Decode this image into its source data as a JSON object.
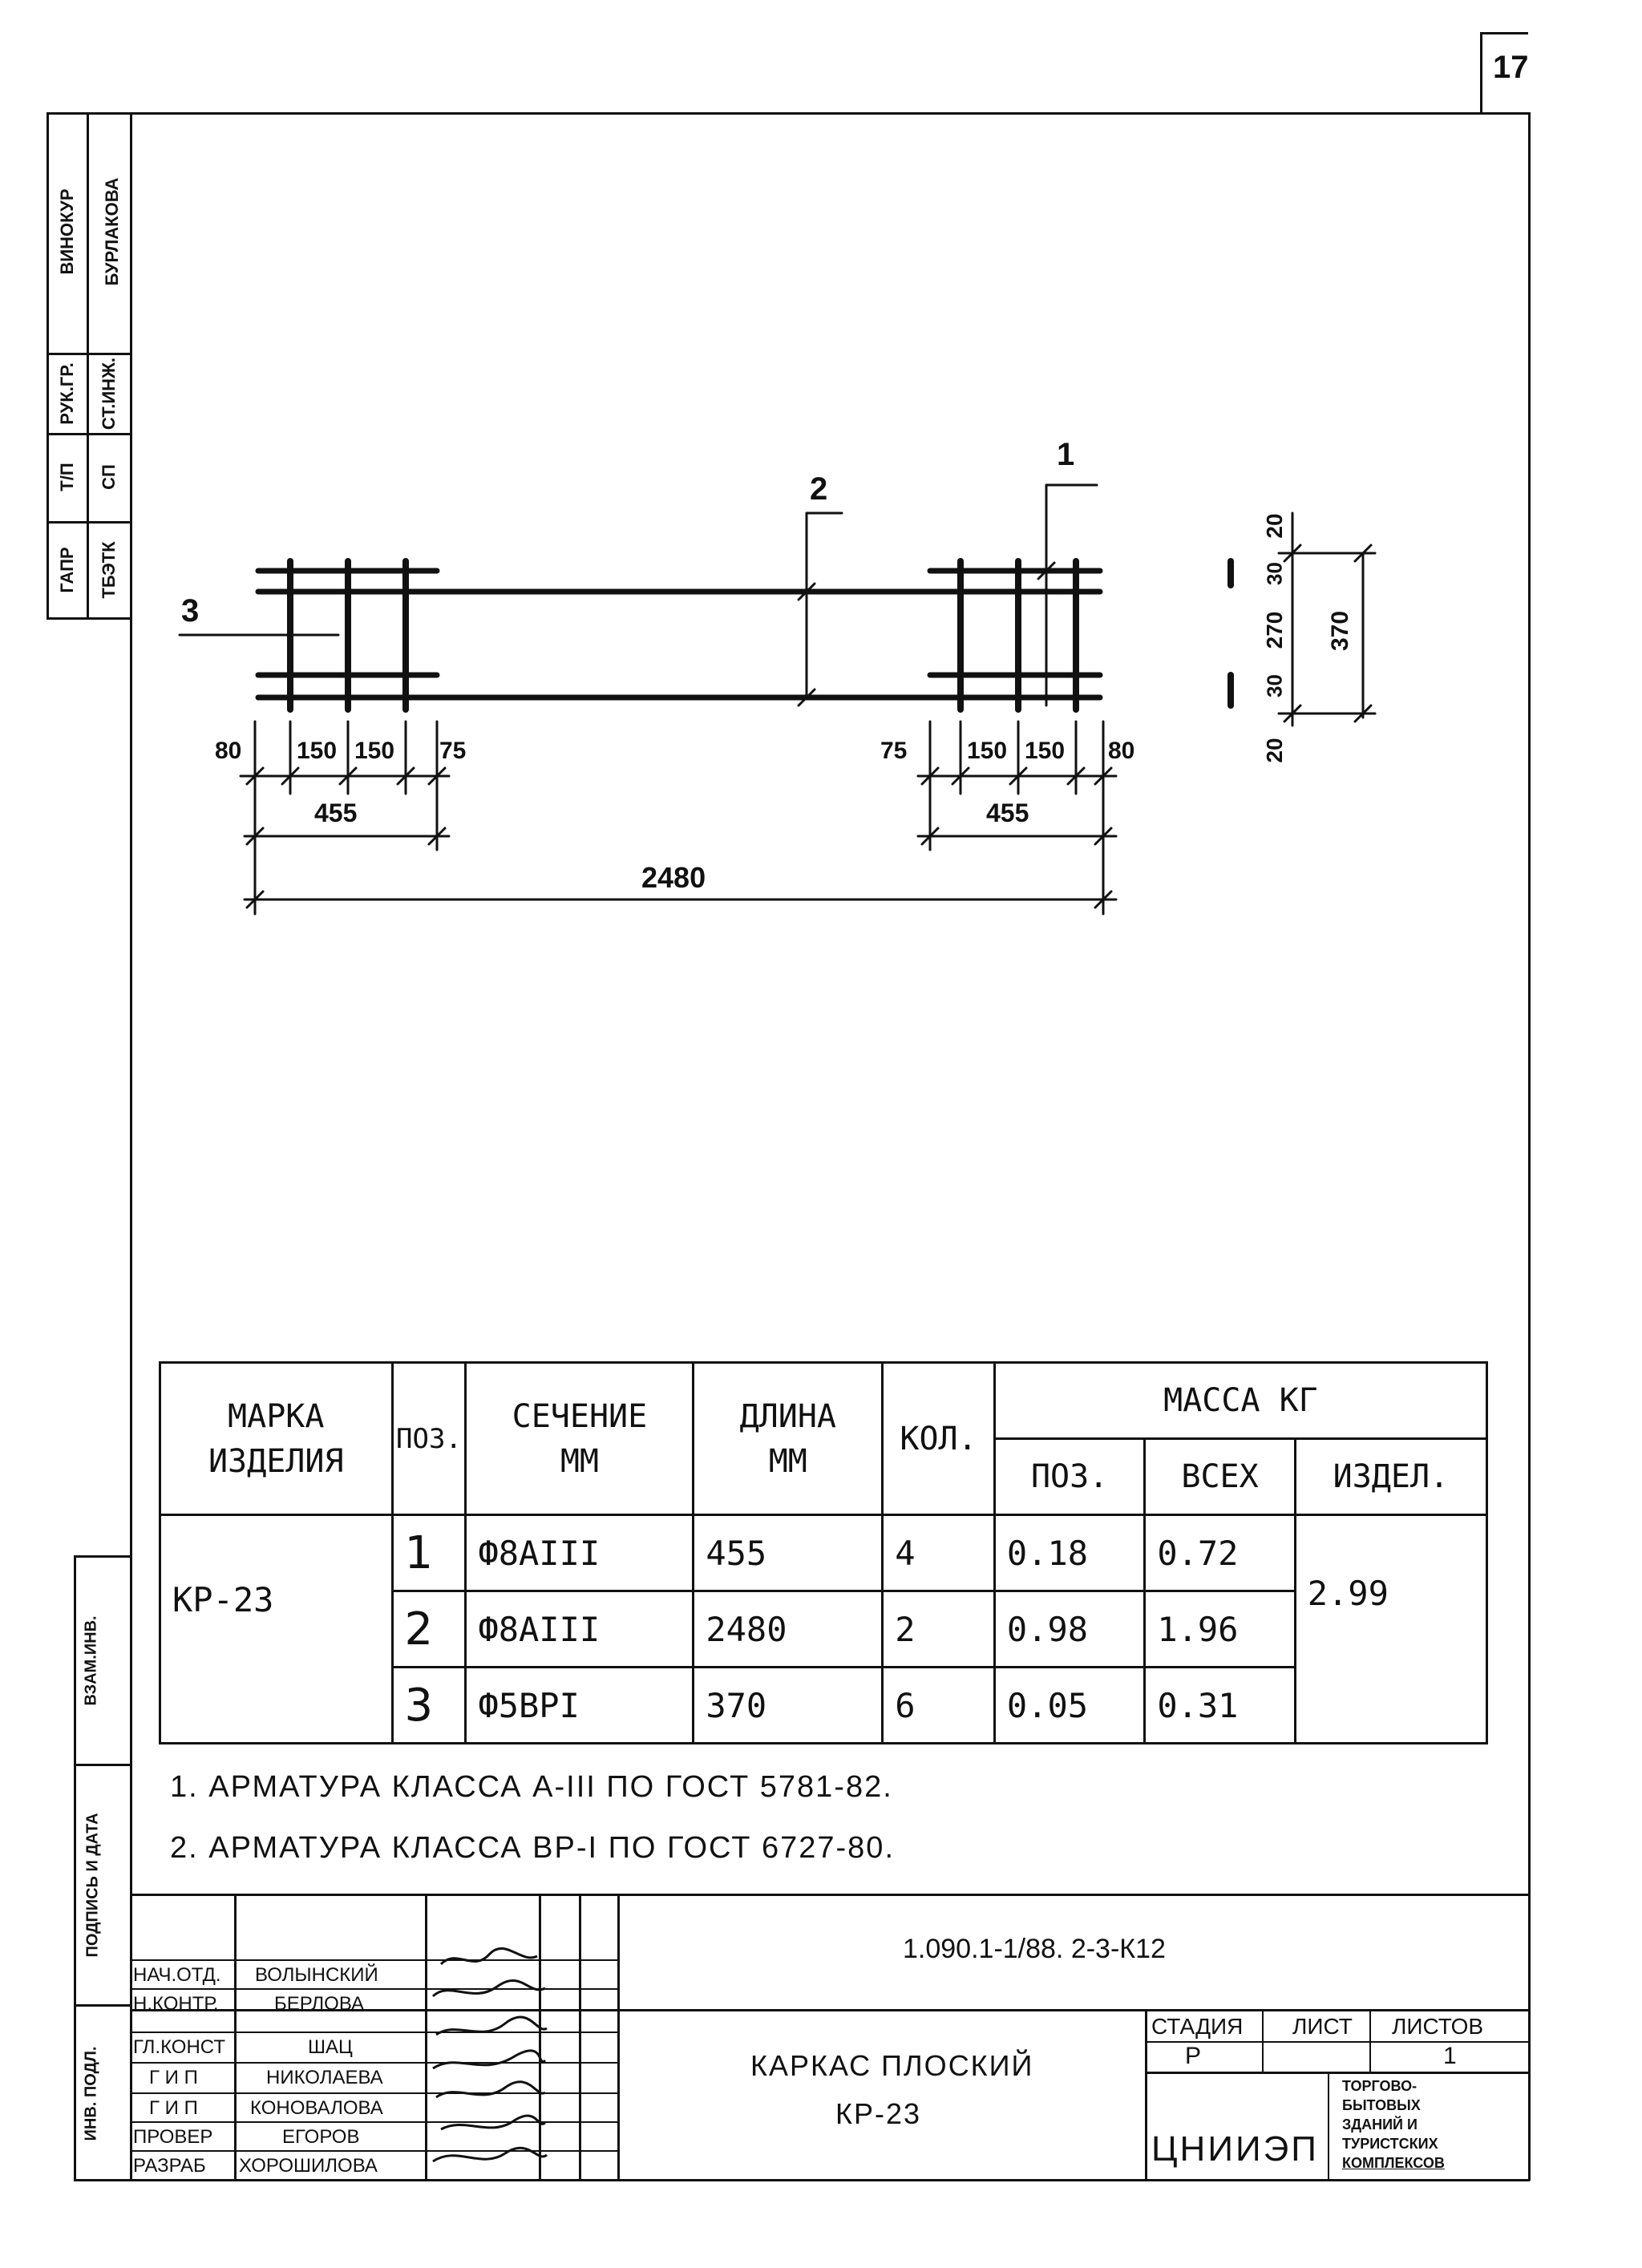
{
  "sheet_number": "17",
  "left_stamps": {
    "top": [
      "ГАПР",
      "Т/П",
      "РУК.ГР.",
      "ВИНОКУР"
    ],
    "bottom": [
      "ТБЭТК",
      "СП",
      "СТ.ИНЖ.",
      "БУРЛАКОВА"
    ]
  },
  "side_fields": {
    "vzam": "ВЗАМ.ИНВ.",
    "podpis": "ПОДПИСЬ И ДАТА",
    "podl": "ИНВ. ПОДЛ."
  },
  "drawing": {
    "callouts": [
      "1",
      "2",
      "3"
    ],
    "dims_left": [
      "80",
      "150",
      "150",
      "75"
    ],
    "dims_left_total": "455",
    "dims_right": [
      "75",
      "150",
      "150",
      "80"
    ],
    "dims_right_total": "455",
    "total_length": "2480",
    "section_dims": [
      "20",
      "30",
      "270",
      "30",
      "20"
    ],
    "section_total": "370"
  },
  "spec_table": {
    "headers": {
      "marka": "МАРКА ИЗДЕЛИЯ",
      "pos": "ПОЗ.",
      "section": "СЕЧЕНИЕ ММ",
      "length": "ДЛИНА ММ",
      "qty": "КОЛ.",
      "mass": "МАССА КГ",
      "mass_pos": "ПОЗ.",
      "mass_all": "ВСЕХ",
      "mass_item": "ИЗДЕЛ."
    },
    "marka": "КР-23",
    "mass_item": "2.99",
    "rows": [
      {
        "pos": "1",
        "section": "Ф8АIII",
        "length": "455",
        "qty": "4",
        "mass_pos": "0.18",
        "mass_all": "0.72"
      },
      {
        "pos": "2",
        "section": "Ф8АIII",
        "length": "2480",
        "qty": "2",
        "mass_pos": "0.98",
        "mass_all": "1.96"
      },
      {
        "pos": "3",
        "section": "Ф5ВРI",
        "length": "370",
        "qty": "6",
        "mass_pos": "0.05",
        "mass_all": "0.31"
      }
    ]
  },
  "notes": [
    "1. АРМАТУРА КЛАССА А-III ПО ГОСТ 5781-82.",
    "2. АРМАТУРА КЛАССА ВР-I ПО ГОСТ 6727-80."
  ],
  "title_block": {
    "doc_code": "1.090.1-1/88. 2-3-К12",
    "signers": [
      {
        "role": "НАЧ.ОТД.",
        "name": "ВОЛЫНСКИЙ"
      },
      {
        "role": "Н.КОНТР.",
        "name": "БЕРЛОВА"
      },
      {
        "role": "ГЛ.КОНСТ",
        "name": "ШАЦ"
      },
      {
        "role": "Г И П",
        "name": "НИКОЛАЕВА"
      },
      {
        "role": "Г И П",
        "name": "КОНОВАЛОВА"
      },
      {
        "role": "ПРОВЕР",
        "name": "ЕГОРОВ"
      },
      {
        "role": "РАЗРАБ",
        "name": "ХОРОШИЛОВА"
      }
    ],
    "title_line1": "КАРКАС ПЛОСКИЙ",
    "title_line2": "КР-23",
    "stage_label": "СТАДИЯ",
    "sheet_label": "ЛИСТ",
    "sheets_label": "ЛИСТОВ",
    "stage": "Р",
    "sheet": "",
    "sheets": "1",
    "org": "ЦНИИЭП",
    "org_desc": [
      "ТОРГОВО-",
      "БЫТОВЫХ",
      "ЗДАНИЙ И",
      "ТУРИСТСКИХ",
      "КОМПЛЕКСОВ"
    ]
  }
}
